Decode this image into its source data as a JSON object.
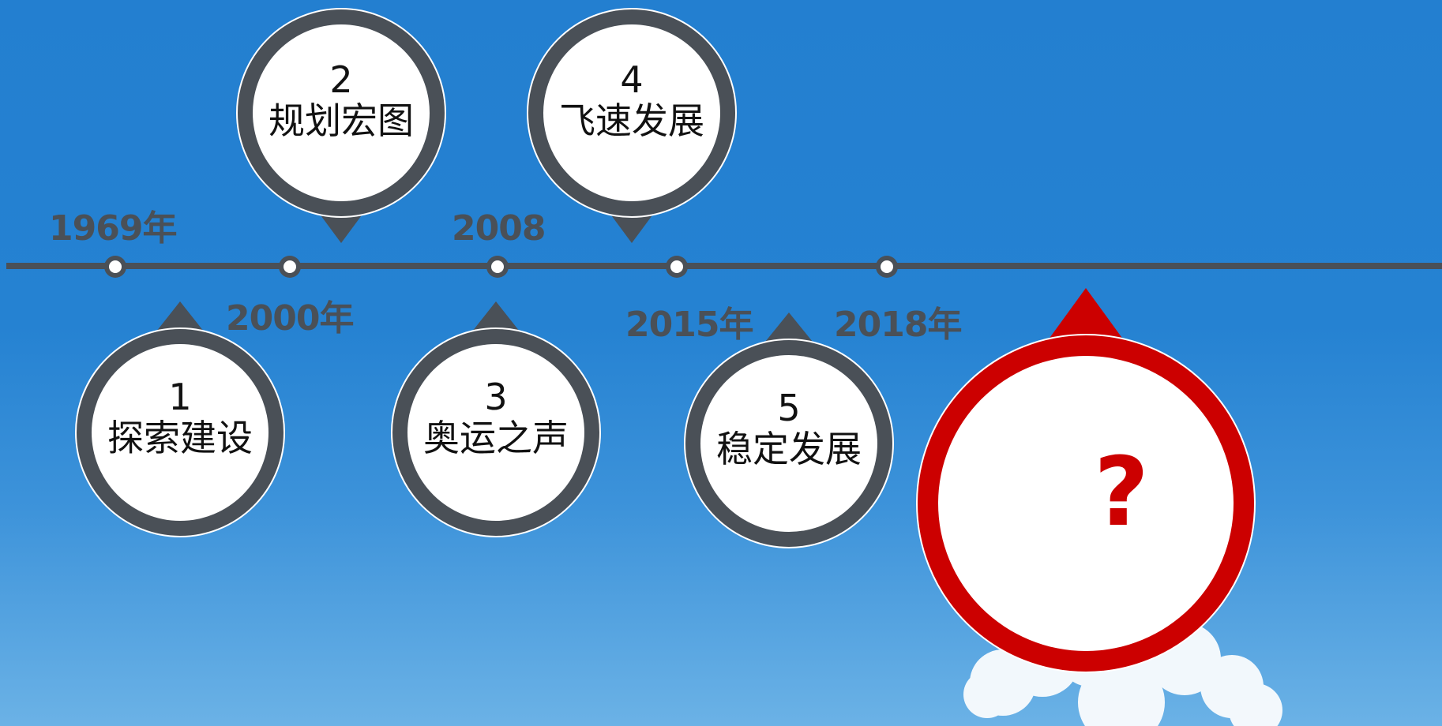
{
  "timeline": {
    "years": [
      "1969年",
      "2000年",
      "2008",
      "2015年",
      "2018年"
    ],
    "stages": [
      {
        "number": "1",
        "label": "探索建设"
      },
      {
        "number": "2",
        "label": "规划宏图"
      },
      {
        "number": "3",
        "label": "奥运之声"
      },
      {
        "number": "4",
        "label": "飞速发展"
      },
      {
        "number": "5",
        "label": "稳定发展"
      }
    ],
    "future": {
      "symbol": "?"
    }
  },
  "colors": {
    "background": "#237fd0",
    "line": "#4a5057",
    "bubble_ring": "#4a5057",
    "bubble_fill": "#ffffff",
    "highlight": "#cc0000"
  }
}
